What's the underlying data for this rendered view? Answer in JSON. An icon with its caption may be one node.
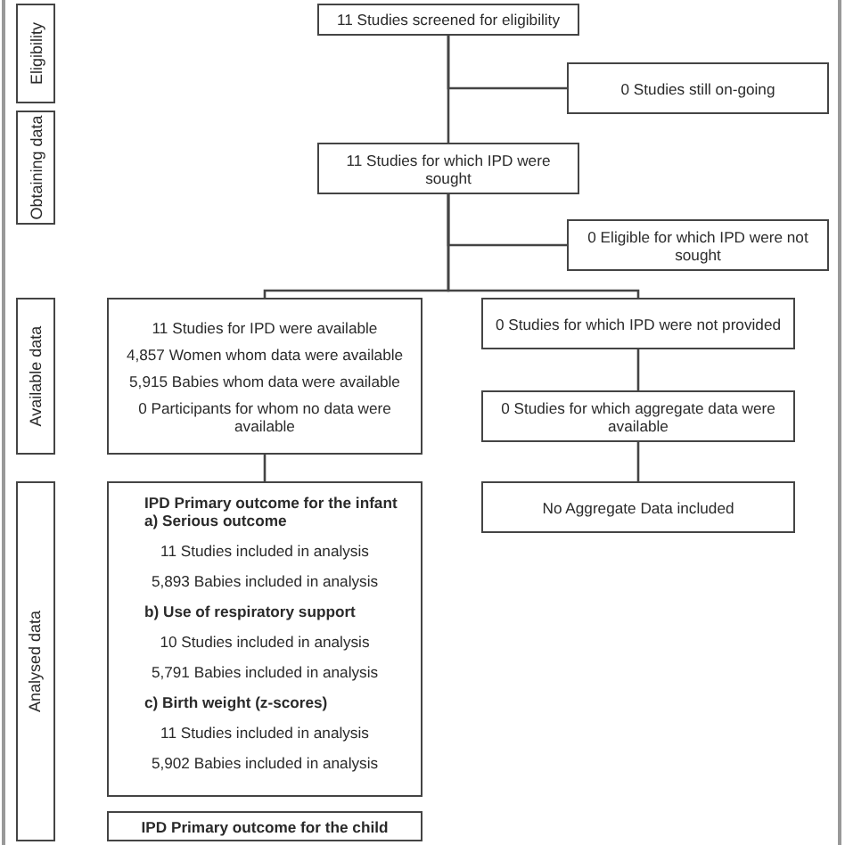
{
  "diagram": {
    "nodes": [
      {
        "text": [
          "Eligibility"
        ]
      },
      {
        "text": [
          "11 Studies screened for eligibility"
        ]
      },
      {
        "text": [
          "0 Studies still on-going"
        ]
      },
      {
        "text": [
          "Obtaining data"
        ]
      },
      {
        "text": [
          "11 Studies for which IPD were sought"
        ]
      },
      {
        "text": [
          "0 Eligible for which IPD were not sought"
        ]
      },
      {
        "text": [
          "Available data"
        ]
      },
      {
        "text": [
          "11 Studies for IPD were available",
          "4,857 Women whom data were available",
          "5,915 Babies whom data were available",
          "0 Participants for whom no data were available"
        ]
      },
      {
        "text": [
          "0 Studies for which IPD were not provided"
        ]
      },
      {
        "text": [
          "0 Studies for which aggregate data were available"
        ]
      },
      {
        "text": [
          "Analysed data"
        ]
      },
      {
        "text": [
          "IPD Primary outcome for the infant",
          "a) Serious outcome",
          "11 Studies included in analysis",
          "5,893 Babies included in analysis",
          "b) Use of respiratory support",
          "10 Studies included in analysis",
          "5,791 Babies included in analysis",
          "c) Birth weight (z-scores)",
          "11 Studies included in analysis",
          "5,902 Babies included in analysis"
        ]
      },
      {
        "text": [
          "No Aggregate Data included"
        ]
      },
      {
        "text": [
          "IPD Primary outcome for the child"
        ]
      }
    ],
    "edges": [
      {
        "from": 1,
        "to": 2,
        "arrow": "none"
      },
      {
        "from": 1,
        "to": 4,
        "arrow": "none"
      },
      {
        "from": 4,
        "to": 5,
        "arrow": "none"
      },
      {
        "from": 4,
        "to": 7,
        "arrow": "none"
      },
      {
        "from": 4,
        "to": 8,
        "arrow": "none"
      },
      {
        "from": 7,
        "to": 11,
        "arrow": "none"
      },
      {
        "from": 8,
        "to": 9,
        "arrow": "none"
      },
      {
        "from": 9,
        "to": 12,
        "arrow": "none"
      }
    ]
  }
}
